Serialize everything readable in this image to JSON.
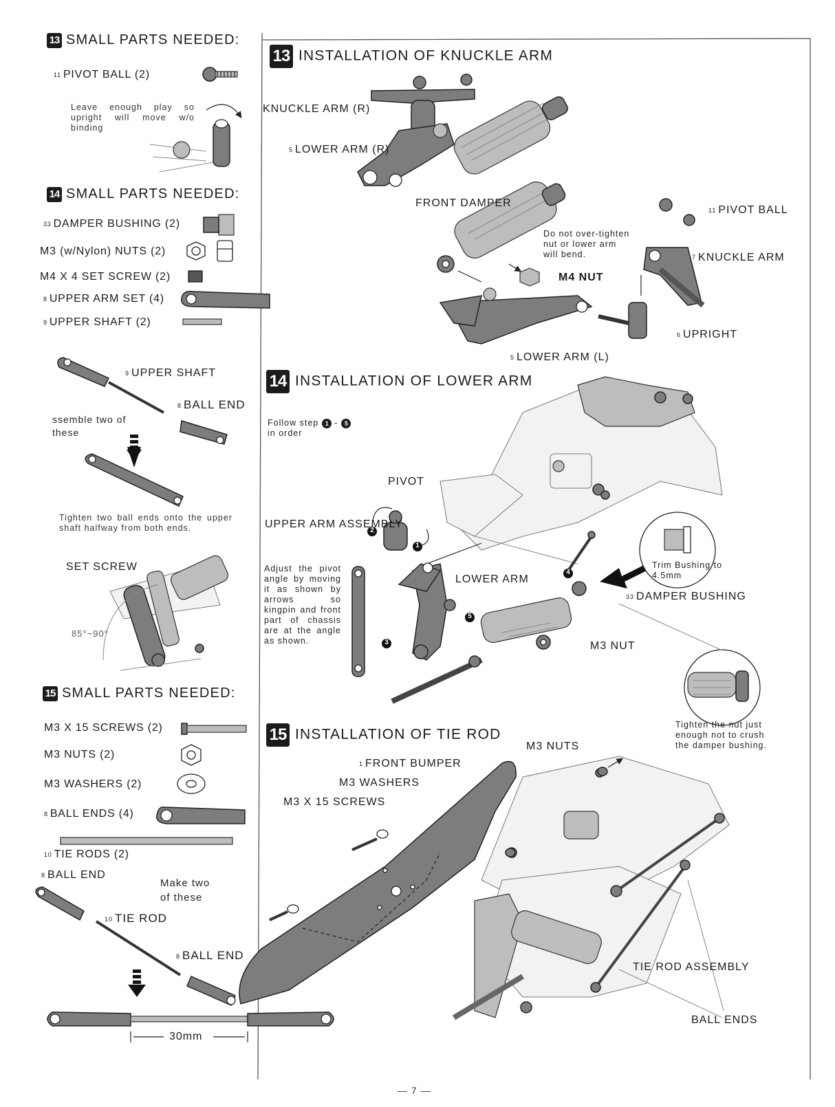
{
  "s13_parts": {
    "badge": "13",
    "header": "SMALL PARTS NEEDED:",
    "pivot_ball": {
      "num": "11",
      "label": "PIVOT BALL (2)"
    },
    "note": "Leave enough play so upright will move w/o binding"
  },
  "s14_parts": {
    "badge": "14",
    "header": "SMALL PARTS NEEDED:",
    "damper_bushing": {
      "num": "33",
      "label": "DAMPER BUSHING (2)"
    },
    "m3_nuts": "M3 (w/Nylon) NUTS (2)",
    "set_screw": "M4 X 4 SET SCREW (2)",
    "upper_arm_set": {
      "num": "8",
      "label": "UPPER ARM SET (4)"
    },
    "upper_shaft": {
      "num": "9",
      "label": "UPPER SHAFT (2)"
    },
    "lbl_upper_shaft": {
      "num": "9",
      "label": "UPPER SHAFT"
    },
    "lbl_ball_end": {
      "num": "8",
      "label": "BALL END"
    },
    "assemble": "ssemble two of these",
    "tighten": "Tighten two ball ends onto the upper shaft halfway from both ends.",
    "lbl_set_screw": "SET SCREW",
    "angle": "85°~90°"
  },
  "s15_parts": {
    "badge": "15",
    "header": "SMALL PARTS NEEDED:",
    "screws": "M3 X 15 SCREWS (2)",
    "nuts": "M3 NUTS (2)",
    "washers": "M3 WASHERS (2)",
    "ball_ends": {
      "num": "8",
      "label": "BALL ENDS (4)"
    },
    "tie_rods": {
      "num": "10",
      "label": "TIE RODS (2)"
    },
    "lbl_ball_end": {
      "num": "8",
      "label": "BALL END"
    },
    "make_two": "Make two of these",
    "lbl_tie_rod": {
      "num": "10",
      "label": "TIE ROD"
    },
    "lbl_ball_end2": {
      "num": "8",
      "label": "BALL END"
    },
    "dim": "30mm"
  },
  "step13": {
    "badge": "13",
    "title": "INSTALLATION OF KNUCKLE ARM",
    "knuckle_arm_r": "KNUCKLE ARM (R)",
    "lower_arm_r_num": "5",
    "lower_arm_r": "LOWER ARM (R)",
    "front_damper": "FRONT DAMPER",
    "caution": "Do not over-tighten nut or lower arm will bend.",
    "m4_nut": "M4 NUT",
    "pivot_ball_num": "11",
    "pivot_ball": "PIVOT BALL",
    "knuckle_arm_num": "7",
    "knuckle_arm": "KNUCKLE ARM",
    "upright_num": "6",
    "upright": "UPRIGHT",
    "lower_arm_l_num": "5",
    "lower_arm_l": "LOWER ARM (L)"
  },
  "step14": {
    "badge": "14",
    "title": "INSTALLATION OF LOWER ARM",
    "follow": "Follow step",
    "step_a": "1",
    "step_to": "-",
    "step_b": "5",
    "in_order": "in order",
    "pivot": "PIVOT",
    "upper_arm_assembly": "UPPER ARM ASSEMBLY",
    "adjust": "Adjust the pivot angle by moving it as shown by arrows so kingpin and front part of chassis are at the angle as shown.",
    "lower_arm": "LOWER ARM",
    "trim": "Trim Bushing to 4.5mm",
    "damper_bushing_num": "33",
    "damper_bushing": "DAMPER BUSHING",
    "m3_nut": "M3 NUT",
    "tighten_nut": "Tighten the nut just enough not to crush the damper bushing.",
    "markers": [
      "1",
      "2",
      "3",
      "4",
      "5"
    ]
  },
  "step15": {
    "badge": "15",
    "title": "INSTALLATION OF TIE ROD",
    "front_bumper_num": "1",
    "front_bumper": "FRONT BUMPER",
    "m3_washers": "M3 WASHERS",
    "m3x15": "M3 X 15 SCREWS",
    "m3_nuts": "M3 NUTS",
    "tie_rod_assembly": "TIE ROD ASSEMBLY",
    "ball_ends": "BALL ENDS"
  },
  "page_number": "— 7 —"
}
